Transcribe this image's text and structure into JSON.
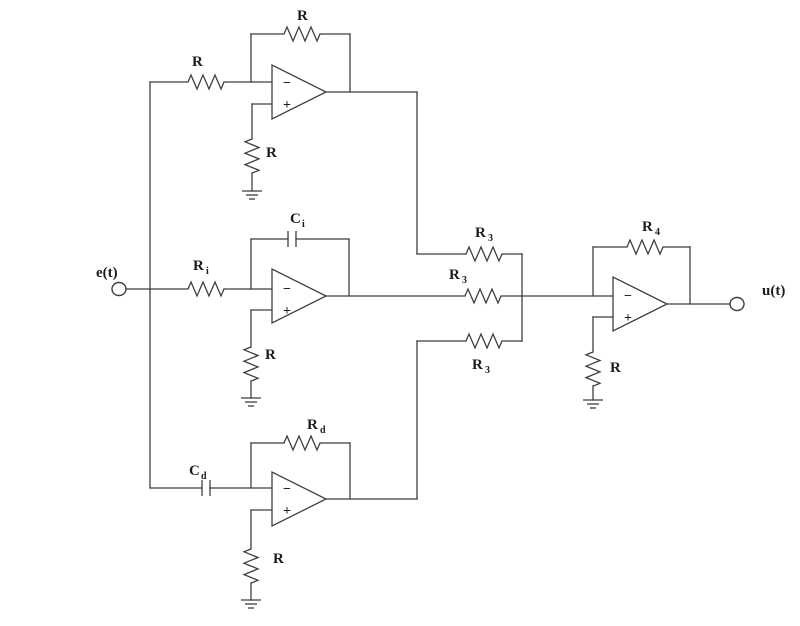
{
  "terminals": {
    "input": "e(t)",
    "output": "u(t)"
  },
  "opamp": {
    "minus": "−",
    "plus": "+"
  },
  "labels": {
    "r": "R",
    "r_i": {
      "main": "R",
      "sub": "i"
    },
    "c_i": {
      "main": "C",
      "sub": "i"
    },
    "r_d": {
      "main": "R",
      "sub": "d"
    },
    "c_d": {
      "main": "C",
      "sub": "d"
    },
    "r_3": {
      "main": "R",
      "sub": "3"
    },
    "r_4": {
      "main": "R",
      "sub": "4"
    }
  }
}
